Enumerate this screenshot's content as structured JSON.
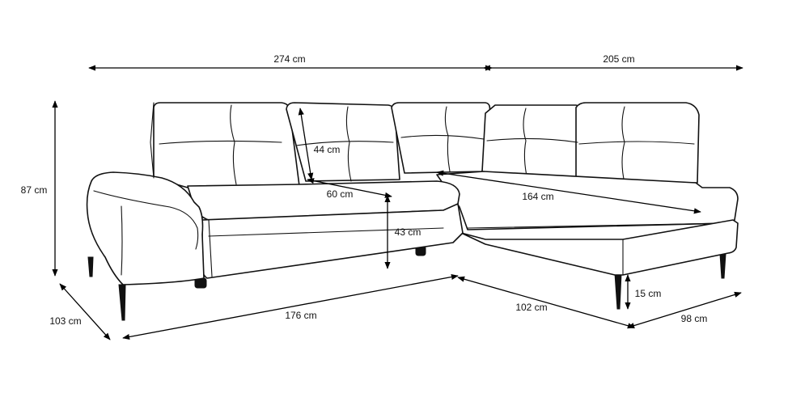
{
  "diagram": {
    "dimensions": {
      "total_width_left": "274 cm",
      "total_width_right": "205 cm",
      "height": "87 cm",
      "depth": "103 cm",
      "back_height": "44 cm",
      "seat_depth": "60 cm",
      "seat_height": "43 cm",
      "chaise_depth": "164 cm",
      "seat_length": "176 cm",
      "corner_length": "102 cm",
      "leg_height": "15 cm",
      "chaise_width": "98 cm"
    },
    "colors": {
      "line": "#111111",
      "background": "#ffffff"
    }
  }
}
